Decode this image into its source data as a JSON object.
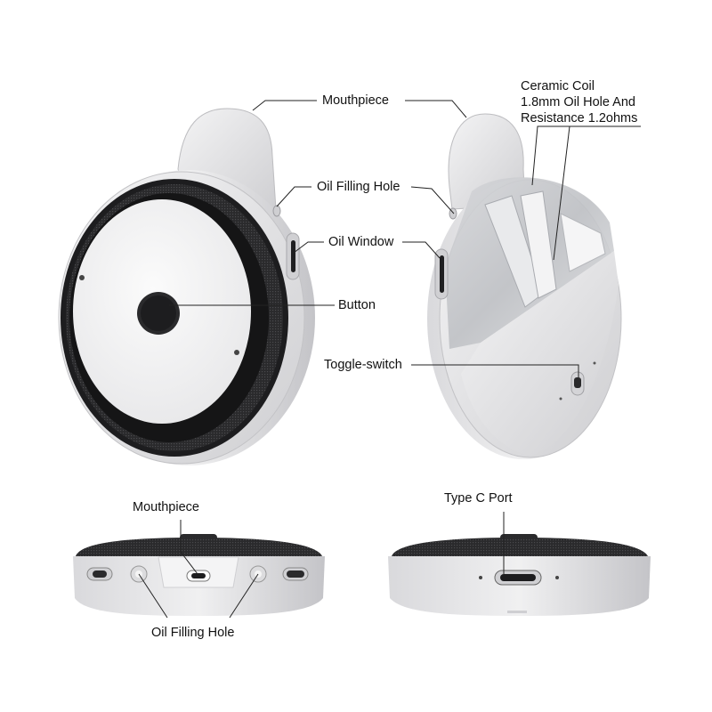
{
  "labels": {
    "mouthpiece_top": "Mouthpiece",
    "ceramic_coil_lines": [
      "Ceramic Coil",
      "1.8mm Oil Hole And",
      "Resistance 1.2ohms"
    ],
    "oil_filling_hole_top": "Oil Filling Hole",
    "oil_window": "Oil Window",
    "button": "Button",
    "toggle_switch": "Toggle-switch",
    "mouthpiece_bottom": "Mouthpiece",
    "type_c_port": "Type C Port",
    "oil_filling_hole_bottom": "Oil Filling Hole"
  },
  "colors": {
    "shell": "#e9e9eb",
    "shell_shadow": "#c9c9cc",
    "ring_dark": "#1f1f21",
    "face": "#f6f6f6",
    "leader": "#222222"
  },
  "icons": {
    "front_view": "device-front-view",
    "back_view": "device-back-view",
    "bottom_view_left": "device-bottom-view",
    "bottom_view_right": "device-port-view"
  }
}
